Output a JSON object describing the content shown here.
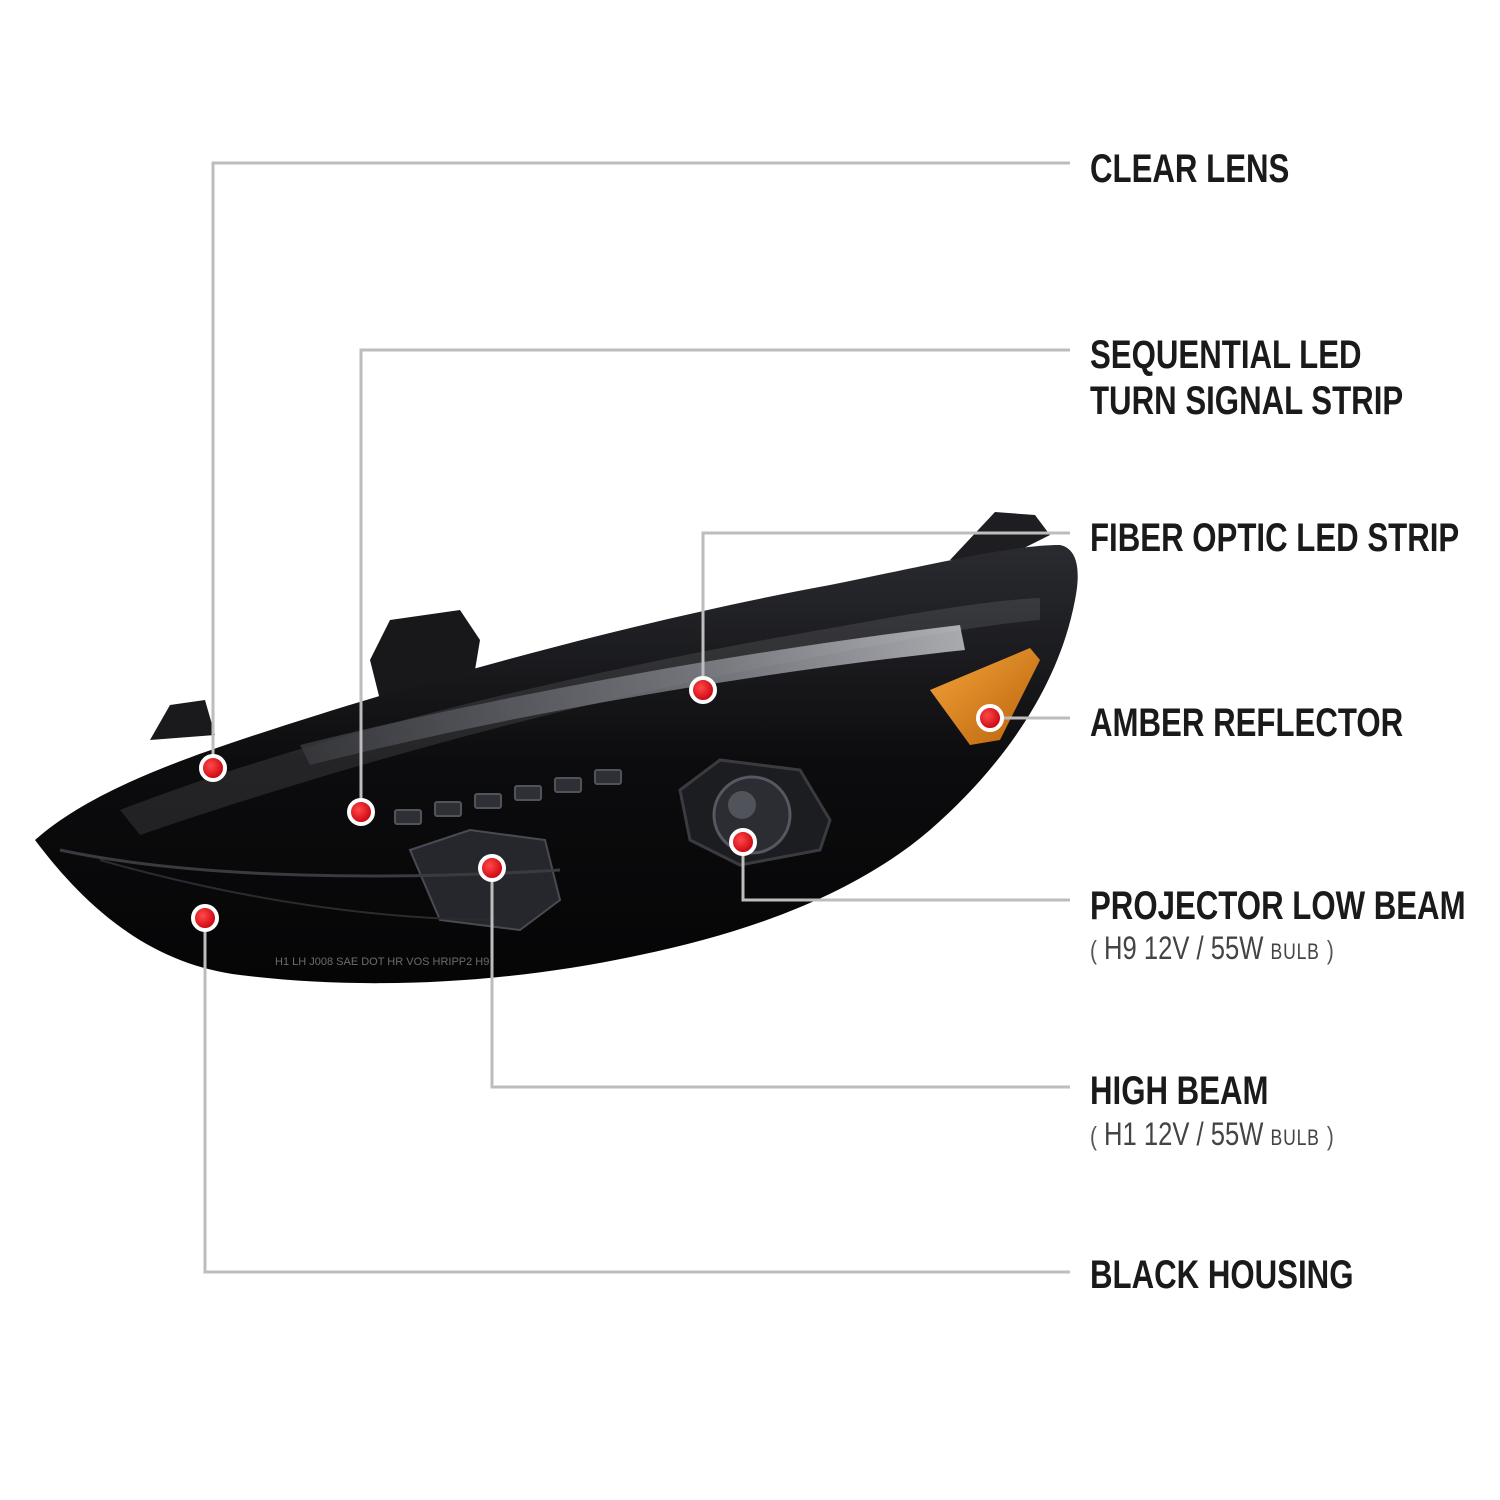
{
  "callouts": [
    {
      "id": "clear-lens",
      "lines": [
        "CLEAR LENS"
      ]
    },
    {
      "id": "sequential-led",
      "lines": [
        "SEQUENTIAL LED",
        "TURN SIGNAL STRIP"
      ]
    },
    {
      "id": "fiber-optic",
      "lines": [
        "FIBER OPTIC LED STRIP"
      ]
    },
    {
      "id": "amber-reflector",
      "lines": [
        "AMBER REFLECTOR"
      ]
    },
    {
      "id": "projector-low-beam",
      "lines": [
        "PROJECTOR LOW BEAM"
      ],
      "spec": {
        "open": "(",
        "bulb_type": "H9",
        "rating": "12V / 55W",
        "unit": "BULB",
        "close": ")"
      }
    },
    {
      "id": "high-beam",
      "lines": [
        "HIGH BEAM"
      ],
      "spec": {
        "open": "(",
        "bulb_type": "H1",
        "rating": "12V / 55W",
        "unit": "BULB",
        "close": ")"
      }
    },
    {
      "id": "black-housing",
      "lines": [
        "BLACK HOUSING"
      ]
    }
  ],
  "lens_marking": "H1 LH J008 SAE DOT HR VOS HRIPP2 H9",
  "colors": {
    "leader_line": "#bdbdbd",
    "marker": "#e0101a",
    "housing": "#0c0c0e",
    "amber": "#e08a1e",
    "text": "#1a1a1a"
  }
}
